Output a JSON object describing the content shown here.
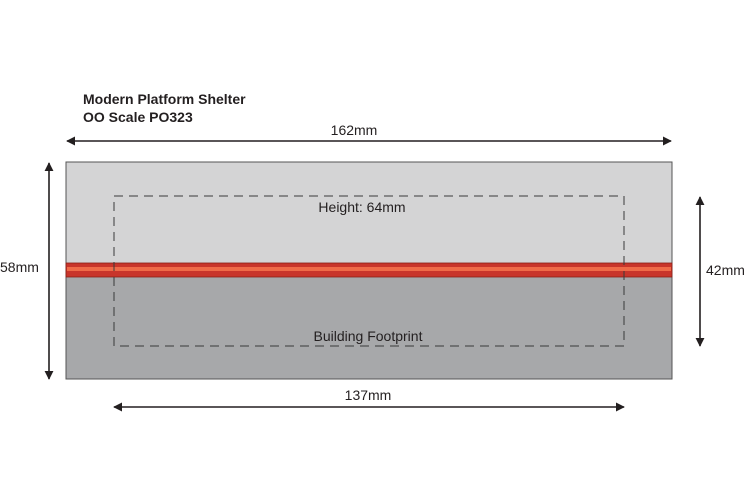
{
  "title": {
    "line1": "Modern Platform Shelter",
    "line2": "OO Scale PO323"
  },
  "dimensions": {
    "overall_width": "162mm",
    "overall_depth": "58mm",
    "footprint_width": "137mm",
    "footprint_depth": "42mm",
    "height": "Height: 64mm"
  },
  "labels": {
    "footprint": "Building Footprint"
  },
  "colors": {
    "upper_panel": "#d4d4d5",
    "lower_panel": "#a7a8aa",
    "stripe_outer": "#c8352b",
    "stripe_inner": "#ef6a48",
    "outline": "#555555",
    "arrow": "#231f20"
  }
}
